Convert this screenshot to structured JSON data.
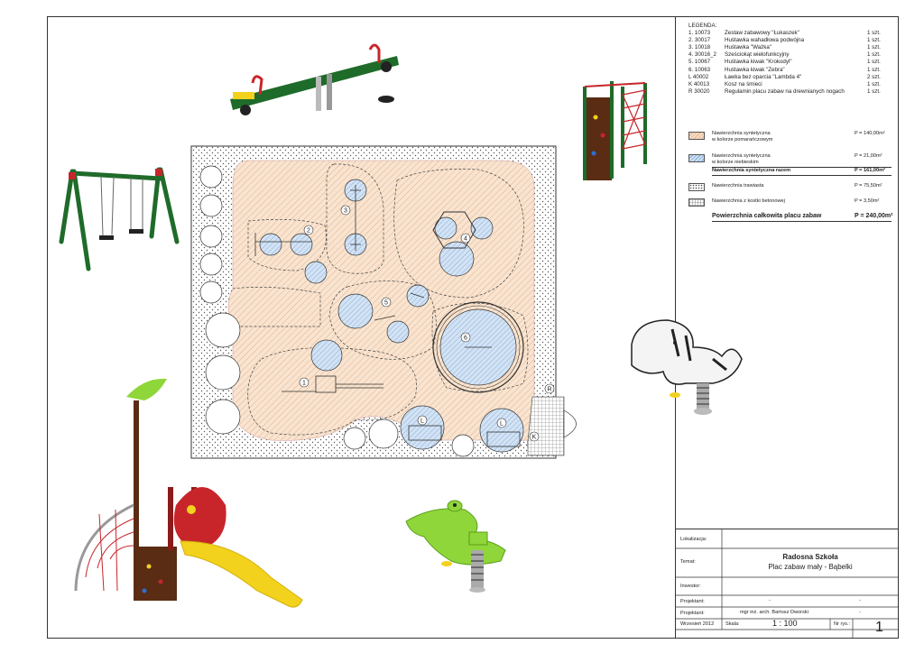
{
  "legend": {
    "heading": "LEGENDA:",
    "items": [
      {
        "code": "1. 10073",
        "name": "Zestaw zabawowy \"Łukaszek\"",
        "qty": "1 szt."
      },
      {
        "code": "2. 30017",
        "name": "Huśtawka wahadłowa podwójna",
        "qty": "1 szt."
      },
      {
        "code": "3. 10018",
        "name": "Huśtawka \"Ważka\"",
        "qty": "1 szt."
      },
      {
        "code": "4. 30016_2",
        "name": "Sześciokąt wielofunkcyjny",
        "qty": "1 szt."
      },
      {
        "code": "5. 10067",
        "name": "Huśtawka kiwak \"Krokodyl\"",
        "qty": "1 szt."
      },
      {
        "code": "6. 10063",
        "name": "Huśtawka kiwak \"Zebra\"",
        "qty": "1 szt."
      },
      {
        "code": "L  40002",
        "name": "Ławka bez oparcia \"Lambda 4\"",
        "qty": "2 szt."
      },
      {
        "code": "K  40013",
        "name": "Kosz na śmieci",
        "qty": "1 szt."
      },
      {
        "code": "R  30020",
        "name": "Regulamin placu zabaw na drewnianych nogach",
        "qty": "1 szt."
      }
    ]
  },
  "surfaces": {
    "orange": {
      "line1": "Nawierzchnia syntetyczna",
      "line2": "w kolorze pomarańczowym",
      "value": "P = 140,00m²"
    },
    "blue": {
      "line1": "Nawierzchnia syntetyczna",
      "line2": "w kolorze niebieskim",
      "value": "P = 21,00m²"
    },
    "synthetic_total": {
      "label": "Nawierzchnia syntetyczna razem",
      "value": "P = 161,00m²"
    },
    "grass": {
      "label": "Nawierzchnia trawiasta",
      "value": "P = 75,50m²"
    },
    "paving": {
      "label": "Nawierzchnia z kostki betonowej",
      "value": "P = 3,50m²"
    },
    "total": {
      "label": "Powierzchnia całkowita placu zabaw",
      "value": "P = 240,00m²"
    }
  },
  "plan_labels": [
    "1",
    "2",
    "3",
    "4",
    "5",
    "6",
    "L",
    "L",
    "K",
    "R"
  ],
  "titleblock": {
    "lokalizacja_label": "Lokalizacja:",
    "temat_label": "Temat:",
    "title": "Radosna Szkoła",
    "subtitle": "Plac zabaw mały - Bąbelki",
    "inwestor_label": "Inwestor:",
    "projektant1_label": "Projektant:",
    "projektant1_a": "-",
    "projektant1_b": "-",
    "projektant2_label": "Projektant:",
    "projektant2_name": "mgr inż. arch. Bartosz Dworski",
    "projektant2_b": "-",
    "date": "Wrzesień 2012",
    "skala_label": "Skala:",
    "scale": "1 : 100",
    "nr_label": "Nr rys.:",
    "sheet_no": "1"
  },
  "colors": {
    "orange_surface": "#f6dcc4",
    "blue_surface": "#cfe0f2",
    "equipment_green": "#1f6b2a",
    "slide_yellow": "#f2d21c",
    "accent_red": "#c8252b"
  }
}
